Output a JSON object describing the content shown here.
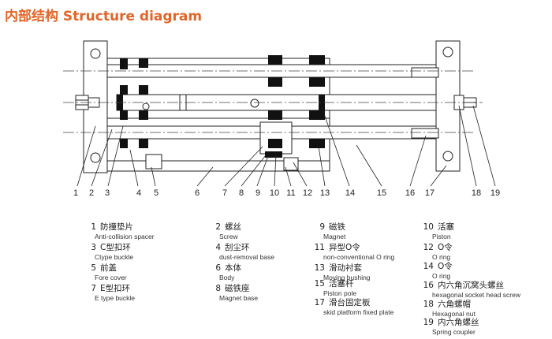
{
  "title": "内部结构 Structure diagram",
  "callouts": [
    "1",
    "2",
    "3",
    "4",
    "5",
    "6",
    "7",
    "8",
    "9",
    "10",
    "11",
    "12",
    "13",
    "14",
    "15",
    "16",
    "17",
    "18",
    "19"
  ],
  "legend": [
    {
      "num": "1",
      "zh": "防撞垫片",
      "en": "Anti-collision spacer"
    },
    {
      "num": "3",
      "zh": "C型扣环",
      "en": "Ctype buckle"
    },
    {
      "num": "5",
      "zh": "前盖",
      "en": "Fore cover"
    },
    {
      "num": "7",
      "zh": "E型扣环",
      "en": "E type buckle"
    },
    {
      "num": "2",
      "zh": "螺丝",
      "en": "Screw"
    },
    {
      "num": "4",
      "zh": "刮尘环",
      "en": "dust-removal base"
    },
    {
      "num": "6",
      "zh": "本体",
      "en": "Body"
    },
    {
      "num": "8",
      "zh": "磁铁座",
      "en": "Magnet base"
    },
    {
      "num": "9",
      "zh": "磁铁",
      "en": "Magnet"
    },
    {
      "num": "11",
      "zh": "异型O令",
      "en": "non-conventional O ring"
    },
    {
      "num": "13",
      "zh": "滑动衬套",
      "en": "Moving bushing"
    },
    {
      "num": "15",
      "zh": "活塞杆",
      "en": "Piston pole"
    },
    {
      "num": "17",
      "zh": "滑台固定板",
      "en": "skid platform fixed plate"
    },
    {
      "num": "10",
      "zh": "活塞",
      "en": "Piston"
    },
    {
      "num": "12",
      "zh": "O令",
      "en": "O ring"
    },
    {
      "num": "14",
      "zh": "O令",
      "en": "O ring"
    },
    {
      "num": "16",
      "zh": "内六角沉窝头螺丝",
      "en": "hexagonal socket head screw"
    },
    {
      "num": "18",
      "zh": "六角螺帽",
      "en": "Hexagonal nut"
    },
    {
      "num": "19",
      "zh": "内六角螺丝",
      "en": "Spring coupler"
    }
  ]
}
